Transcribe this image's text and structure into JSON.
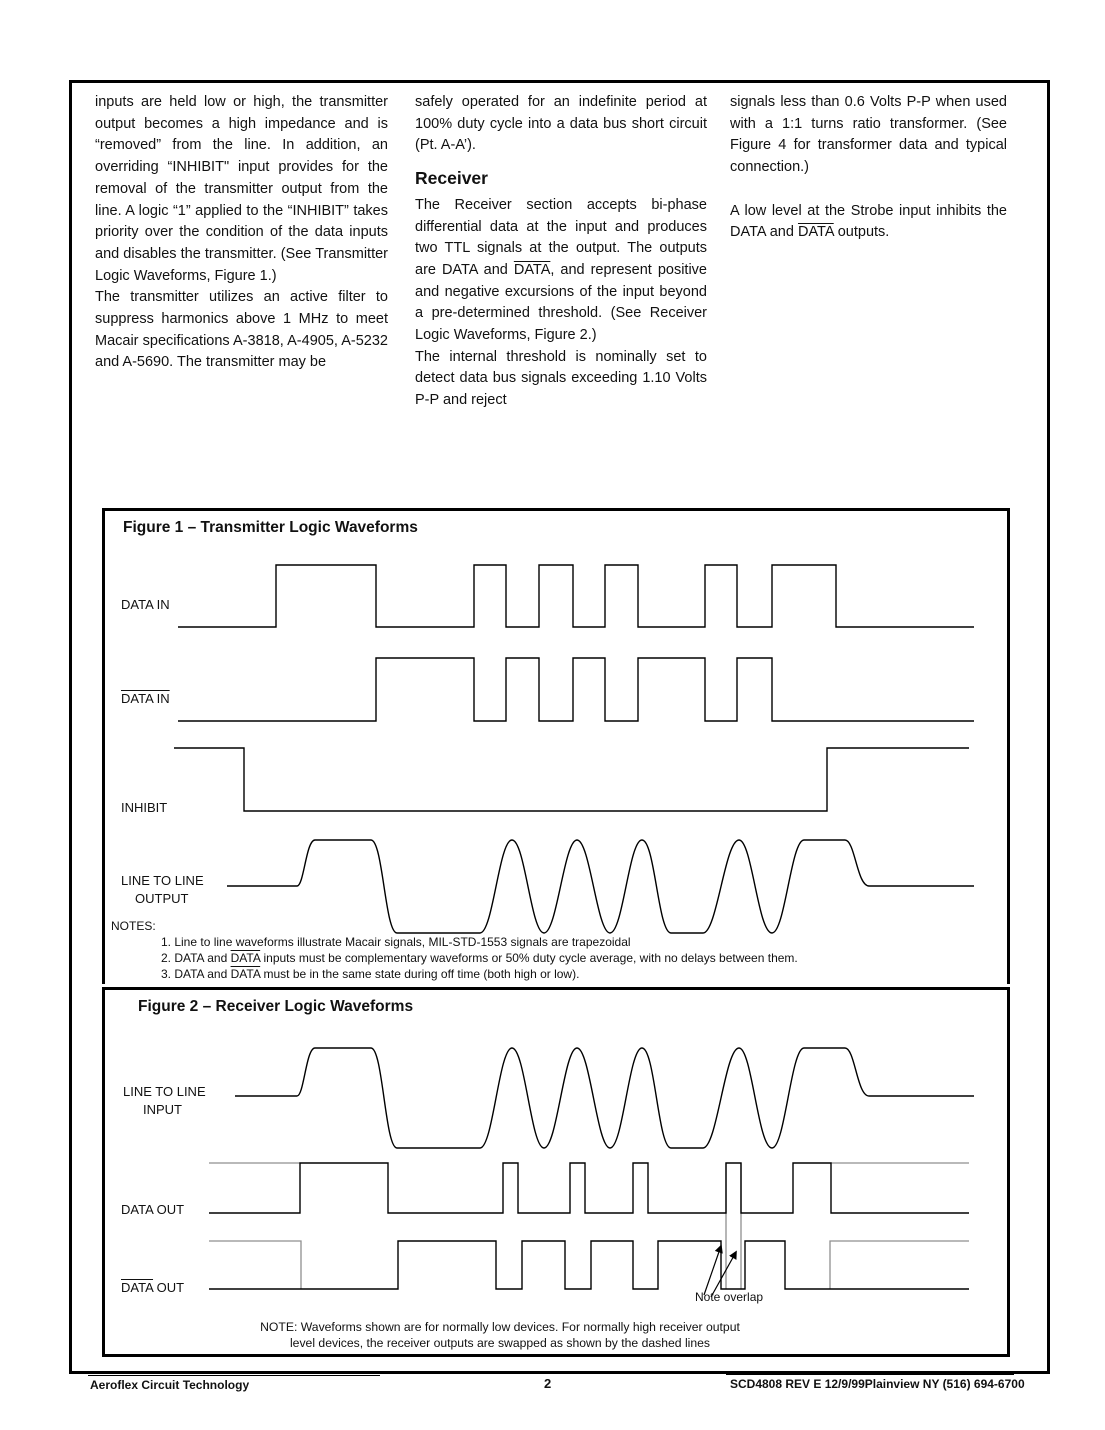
{
  "doc": {
    "col1": {
      "p1": "inputs are held low or high, the transmitter output becomes a high impedance and is “removed” from the line. In addition, an overriding “INHIBIT\" input provides for the removal of the transmitter output from the line. A logic “1” applied to the “INHIBIT” takes priority over the condition of the data inputs and disables the transmitter. (See Transmitter Logic Waveforms, Figure 1.)",
      "p2": "The transmitter utilizes an active filter to suppress harmonics above 1 MHz to meet Macair specifications A-3818, A-4905, A-5232 and A-5690. The transmitter may be"
    },
    "col2": {
      "p1": "safely operated for an indefinite period at 100% duty cycle into a data bus short circuit (Pt. A-A’).",
      "heading": "Receiver",
      "p2a": "The Receiver section accepts bi-phase differential data at the input and produces two TTL signals at the output. The outputs are DATA and ",
      "p2b": "DATA",
      "p2c": ", and represent positive and negative excursions of the input beyond a pre-determined threshold. (See Receiver Logic Waveforms, Figure 2.)",
      "p3": "The internal threshold is nominally set to detect data bus signals exceeding 1.10 Volts P-P and reject"
    },
    "col3": {
      "p1": "signals less than 0.6 Volts P-P when used with a 1:1 turns ratio transformer. (See Figure 4 for transformer data and typical connection.)",
      "p2a": "A low level at the Strobe input inhibits the DATA and ",
      "p2b": "DATA",
      "p2c": " outputs."
    },
    "fig1": {
      "title": "Figure 1 – Transmitter Logic Waveforms",
      "lbl_data_in": "DATA IN",
      "lbl_data_in_bar": "DATA IN",
      "lbl_inhibit": "INHIBIT",
      "lbl_l2l_1": "LINE TO LINE",
      "lbl_l2l_2": "OUTPUT",
      "notes_title": "NOTES:",
      "n1": "1. Line to line waveforms illustrate Macair signals, MIL-STD-1553 signals are trapezoidal",
      "n2a": "2. DATA and ",
      "n2b": "DATA",
      "n2c": " inputs must be complementary waveforms or 50% duty cycle average, with no delays between them.",
      "n3a": "3. DATA and ",
      "n3b": "DATA",
      "n3c": " must be in the same state during off time (both high or low)."
    },
    "fig2": {
      "title": "Figure 2 – Receiver Logic Waveforms",
      "lbl_l2l_1": "LINE TO LINE",
      "lbl_l2l_2": "INPUT",
      "lbl_data_out": "DATA OUT",
      "lbl_data_out_bar_a": "DATA",
      "lbl_data_out_bar_b": " OUT",
      "lbl_overlap": "Note overlap",
      "note1": "NOTE: Waveforms shown are for normally low devices. For normally high receiver output",
      "note2": "level devices, the receiver outputs are swapped as shown by the dashed lines"
    },
    "footer": {
      "left": "Aeroflex Circuit Technology",
      "page": "2",
      "right_a": "SCD4808 REV E 12/9/99",
      "right_b": "Plainview NY (516) 694-6700"
    }
  }
}
